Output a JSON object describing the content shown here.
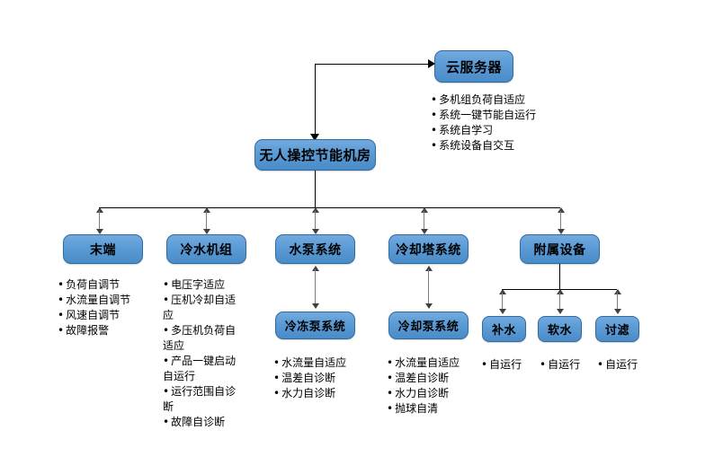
{
  "diagram": {
    "title_node": "无人操控节能机房",
    "cloud": {
      "label": "云服务器",
      "bullets": [
        "多机组负荷自适应",
        "系统一键节能自运行",
        "系统自学习",
        "系统设备自交互"
      ]
    },
    "branches": [
      {
        "label": "末端",
        "bullets": [
          "负荷自调节",
          "水流量自调节",
          "风速自调节",
          "故障报警"
        ],
        "child": null
      },
      {
        "label": "冷水机组",
        "bullets": [
          "电压字适应",
          "压机冷却自适应",
          "多压机负荷自适应",
          "产品一键启动自运行",
          "运行范围自诊断",
          "故障自诊断"
        ],
        "child": null
      },
      {
        "label": "水泵系统",
        "bullets": [],
        "child": {
          "label": "冷冻泵系统",
          "bullets": [
            "水流量自适应",
            "温差自诊断",
            "水力自诊断"
          ]
        }
      },
      {
        "label": "冷却塔系统",
        "bullets": [],
        "child": {
          "label": "冷却泵系统",
          "bullets": [
            "水流量自适应",
            "温差自诊断",
            "水力自诊断",
            "抛球自清"
          ]
        }
      },
      {
        "label": "附属设备",
        "bullets": [],
        "children": [
          {
            "label": "补水",
            "bullets": [
              "自运行"
            ]
          },
          {
            "label": "软水",
            "bullets": [
              "自运行"
            ]
          },
          {
            "label": "讨滤",
            "bullets": [
              "自运行"
            ]
          }
        ]
      }
    ],
    "colors": {
      "node_fill": "#5b9bd5",
      "node_border": "#2f6ca3",
      "connector": "#000000",
      "arrow": "#7f7f7f"
    }
  }
}
